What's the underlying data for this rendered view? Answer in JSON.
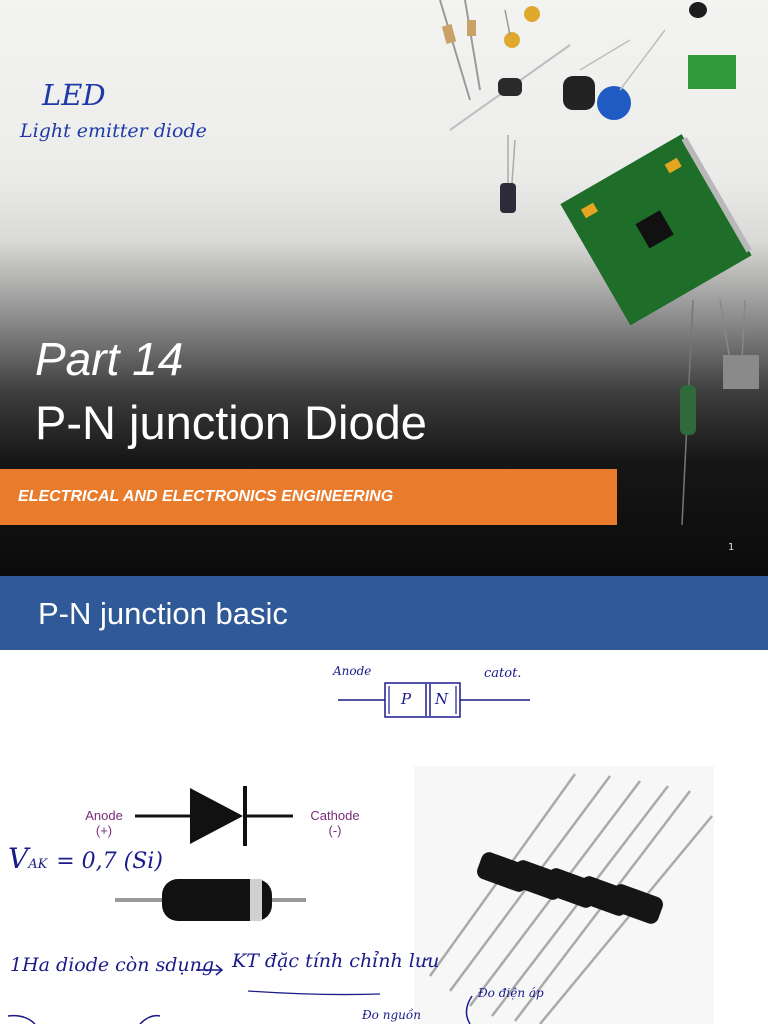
{
  "slide1": {
    "note_line1": "LED",
    "note_line2": "Light emitter diode",
    "part_number": "Part 14",
    "title": "P-N junction Diode",
    "band_text": "ELECTRICAL AND ELECTRONICS ENGINEERING",
    "slide_number": "1",
    "colors": {
      "band": "#e87b2c",
      "text": "#ffffff",
      "ink": "#1f3aa8"
    }
  },
  "slide2": {
    "header": "P-N junction basic",
    "sketch": {
      "left_label": "Anode",
      "right_label": "catot.",
      "p": "P",
      "n": "N"
    },
    "diagram": {
      "anode": "Anode",
      "anode_sign": "(+)",
      "cathode": "Cathode",
      "cathode_sign": "(-)"
    },
    "note_vak": "V",
    "note_vak_sub": "AK",
    "note_vak_value": "= 0,7 (Si)",
    "note_bottom_left": "1Ha diode còn sdụng",
    "note_bottom_right": "KT đặc tính chỉnh lưu",
    "note_side_1": "Đo điện áp",
    "note_side_2": "Đo nguồn",
    "colors": {
      "header": "#2f5a97",
      "ink": "#1a1a8a",
      "label": "#7a2d7a"
    }
  }
}
